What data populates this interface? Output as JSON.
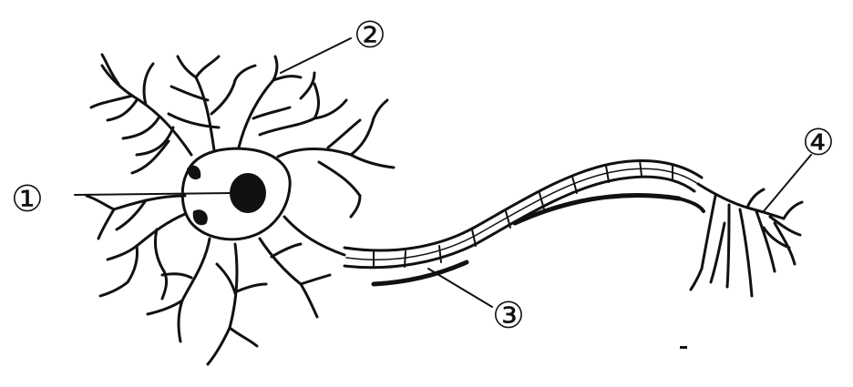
{
  "diagram": {
    "labels": [
      {
        "id": "label-1",
        "text": "①"
      },
      {
        "id": "label-2",
        "text": "②"
      },
      {
        "id": "label-3",
        "text": "③"
      },
      {
        "id": "label-4",
        "text": "④"
      }
    ]
  }
}
